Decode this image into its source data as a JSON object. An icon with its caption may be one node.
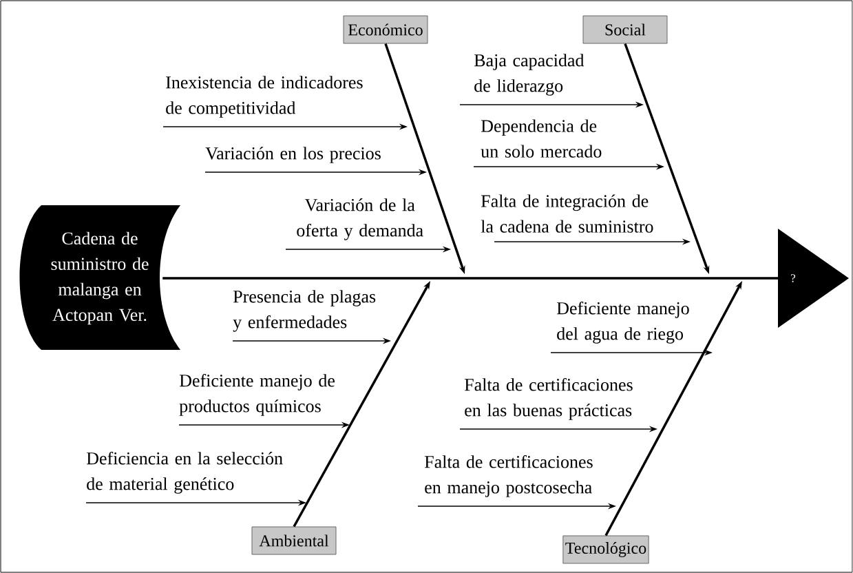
{
  "diagram": {
    "nodes": [
      {
        "text": [
          "Cadena de suministro de malanga en Actopan Ver."
        ]
      },
      {
        "text": [
          "?"
        ]
      },
      {
        "text": [
          "Económico"
        ]
      },
      {
        "text": [
          "Social"
        ]
      },
      {
        "text": [
          "Ambiental"
        ]
      },
      {
        "text": [
          "Tecnológico"
        ]
      },
      {
        "text": [
          "Inexistencia de indicadores de competitividad"
        ]
      },
      {
        "text": [
          "Variación en los precios"
        ]
      },
      {
        "text": [
          "Variación de la oferta y demanda"
        ]
      },
      {
        "text": [
          "Baja capacidad de liderazgo"
        ]
      },
      {
        "text": [
          "Dependencia de un solo mercado"
        ]
      },
      {
        "text": [
          "Falta de integración de la cadena de suministro"
        ]
      },
      {
        "text": [
          "Presencia de plagas y enfermedades"
        ]
      },
      {
        "text": [
          "Deficiente manejo de productos químicos"
        ]
      },
      {
        "text": [
          "Deficiencia en la selección de material genético"
        ]
      },
      {
        "text": [
          "Deficiente manejo del agua de riego"
        ]
      },
      {
        "text": [
          "Falta de certificaciones en las buenas prácticas"
        ]
      },
      {
        "text": [
          "Falta de certificaciones en manejo postcosecha"
        ]
      }
    ],
    "edges": [
      {
        "from": 0,
        "to": 1,
        "arrow": "none",
        "style": "thick"
      },
      {
        "from": 2,
        "to": null,
        "arrow": "to",
        "style": "thick"
      },
      {
        "from": 3,
        "to": null,
        "arrow": "to",
        "style": "thick"
      },
      {
        "from": 4,
        "to": null,
        "arrow": "to",
        "style": "thick"
      },
      {
        "from": 5,
        "to": null,
        "arrow": "to",
        "style": "thick"
      },
      {
        "from": 6,
        "to": null,
        "arrow": "to"
      },
      {
        "from": 7,
        "to": null,
        "arrow": "to"
      },
      {
        "from": 8,
        "to": null,
        "arrow": "to"
      },
      {
        "from": 9,
        "to": null,
        "arrow": "to"
      },
      {
        "from": 10,
        "to": null,
        "arrow": "to"
      },
      {
        "from": 11,
        "to": null,
        "arrow": "to"
      },
      {
        "from": 12,
        "to": null,
        "arrow": "to"
      },
      {
        "from": 13,
        "to": null,
        "arrow": "to"
      },
      {
        "from": 14,
        "to": null,
        "arrow": "to"
      },
      {
        "from": 15,
        "to": null,
        "arrow": "to"
      },
      {
        "from": 16,
        "to": null,
        "arrow": "to"
      },
      {
        "from": 17,
        "to": null,
        "arrow": "to"
      }
    ]
  }
}
